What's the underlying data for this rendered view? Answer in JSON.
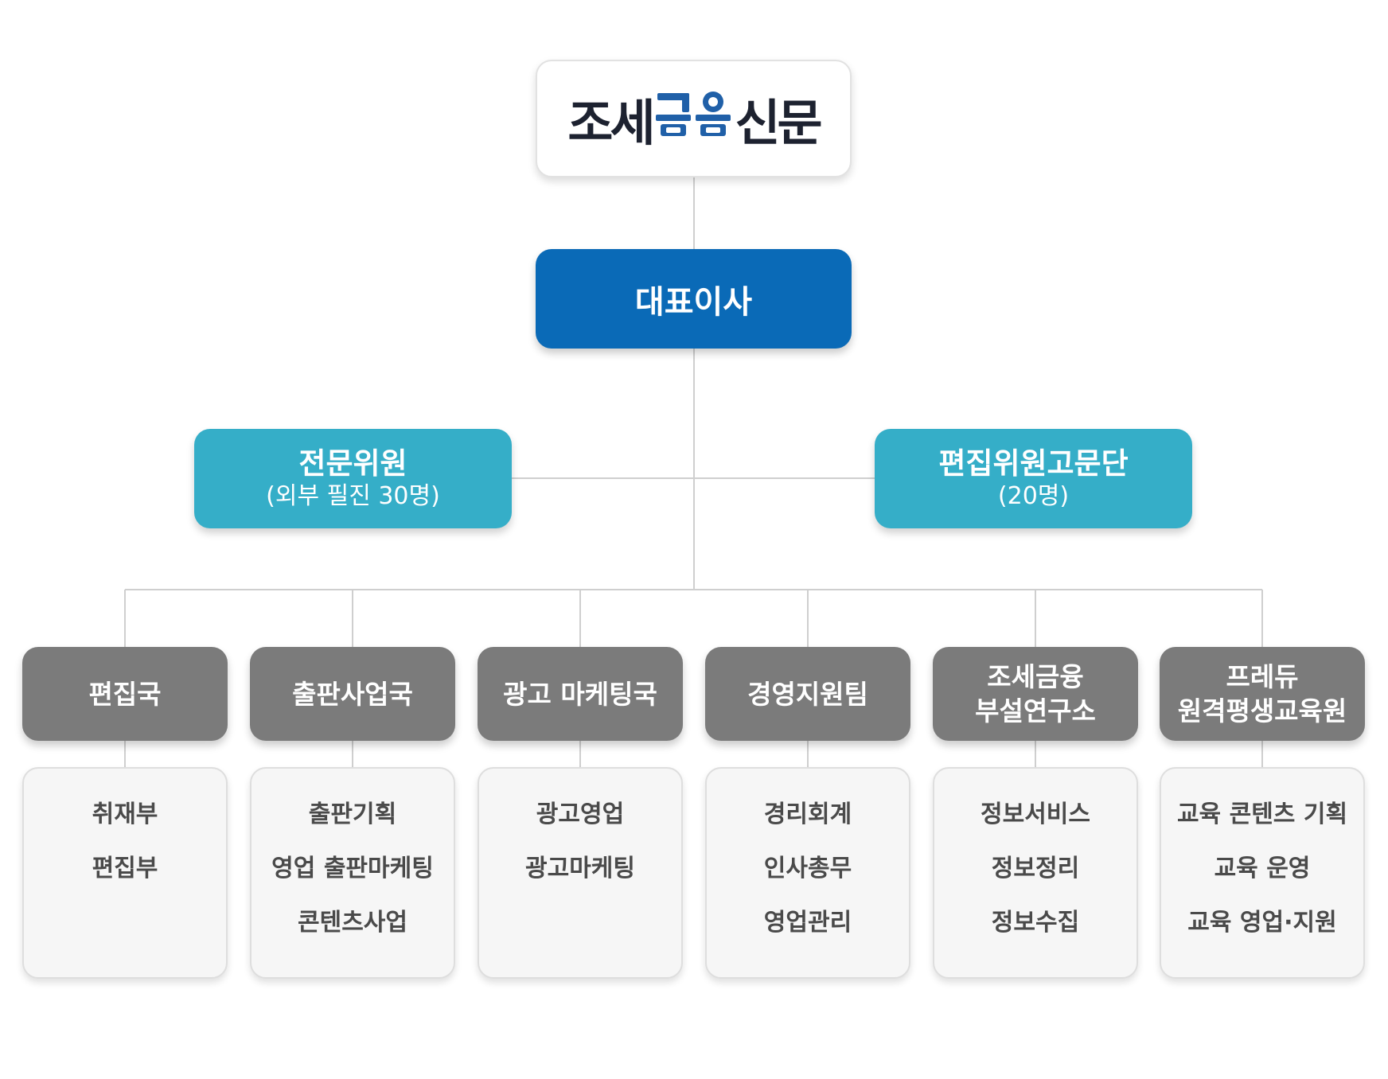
{
  "logo": {
    "text_left": "조세",
    "text_mark": "금융",
    "text_right": "신문",
    "colors": {
      "text": "#1d2230",
      "mark": "#2060a8"
    }
  },
  "ceo": {
    "label": "대표이사"
  },
  "advisors": [
    {
      "title": "전문위원",
      "subtitle": "(외부 필진 30명)"
    },
    {
      "title": "편집위원고문단",
      "subtitle": "(20명)"
    }
  ],
  "departments": [
    {
      "lines": [
        "편집국"
      ],
      "items": [
        "취재부",
        "편집부"
      ]
    },
    {
      "lines": [
        "출판사업국"
      ],
      "items": [
        "출판기획",
        "영업 출판마케팅",
        "콘텐츠사업"
      ]
    },
    {
      "lines": [
        "광고 마케팅국"
      ],
      "items": [
        "광고영업",
        "광고마케팅"
      ]
    },
    {
      "lines": [
        "경영지원팀"
      ],
      "items": [
        "경리회계",
        "인사총무",
        "영업관리"
      ]
    },
    {
      "lines": [
        "조세금융",
        "부설연구소"
      ],
      "items": [
        "정보서비스",
        "정보정리",
        "정보수집"
      ]
    },
    {
      "lines": [
        "프레듀",
        "원격평생교육원"
      ],
      "items": [
        "교육 콘텐츠 기획",
        "교육 운영",
        "교육 영업·지원"
      ]
    }
  ],
  "colors": {
    "ceo": "#0a6ab7",
    "advisor": "#35aec8",
    "department": "#7b7b7b",
    "sub_box": "#f6f6f6",
    "connector": "#cfcfcf"
  }
}
